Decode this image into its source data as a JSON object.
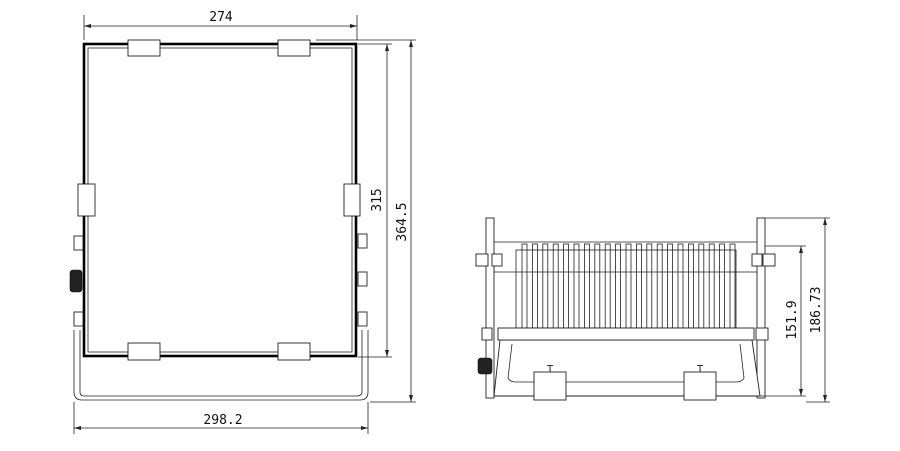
{
  "drawing": {
    "front_view": {
      "dimensions": {
        "top_width": "274",
        "bottom_width": "298.2",
        "inner_height": "315",
        "outer_height": "364.5"
      }
    },
    "side_view": {
      "dimensions": {
        "inner_height": "151.9",
        "outer_height": "186.73"
      }
    }
  }
}
